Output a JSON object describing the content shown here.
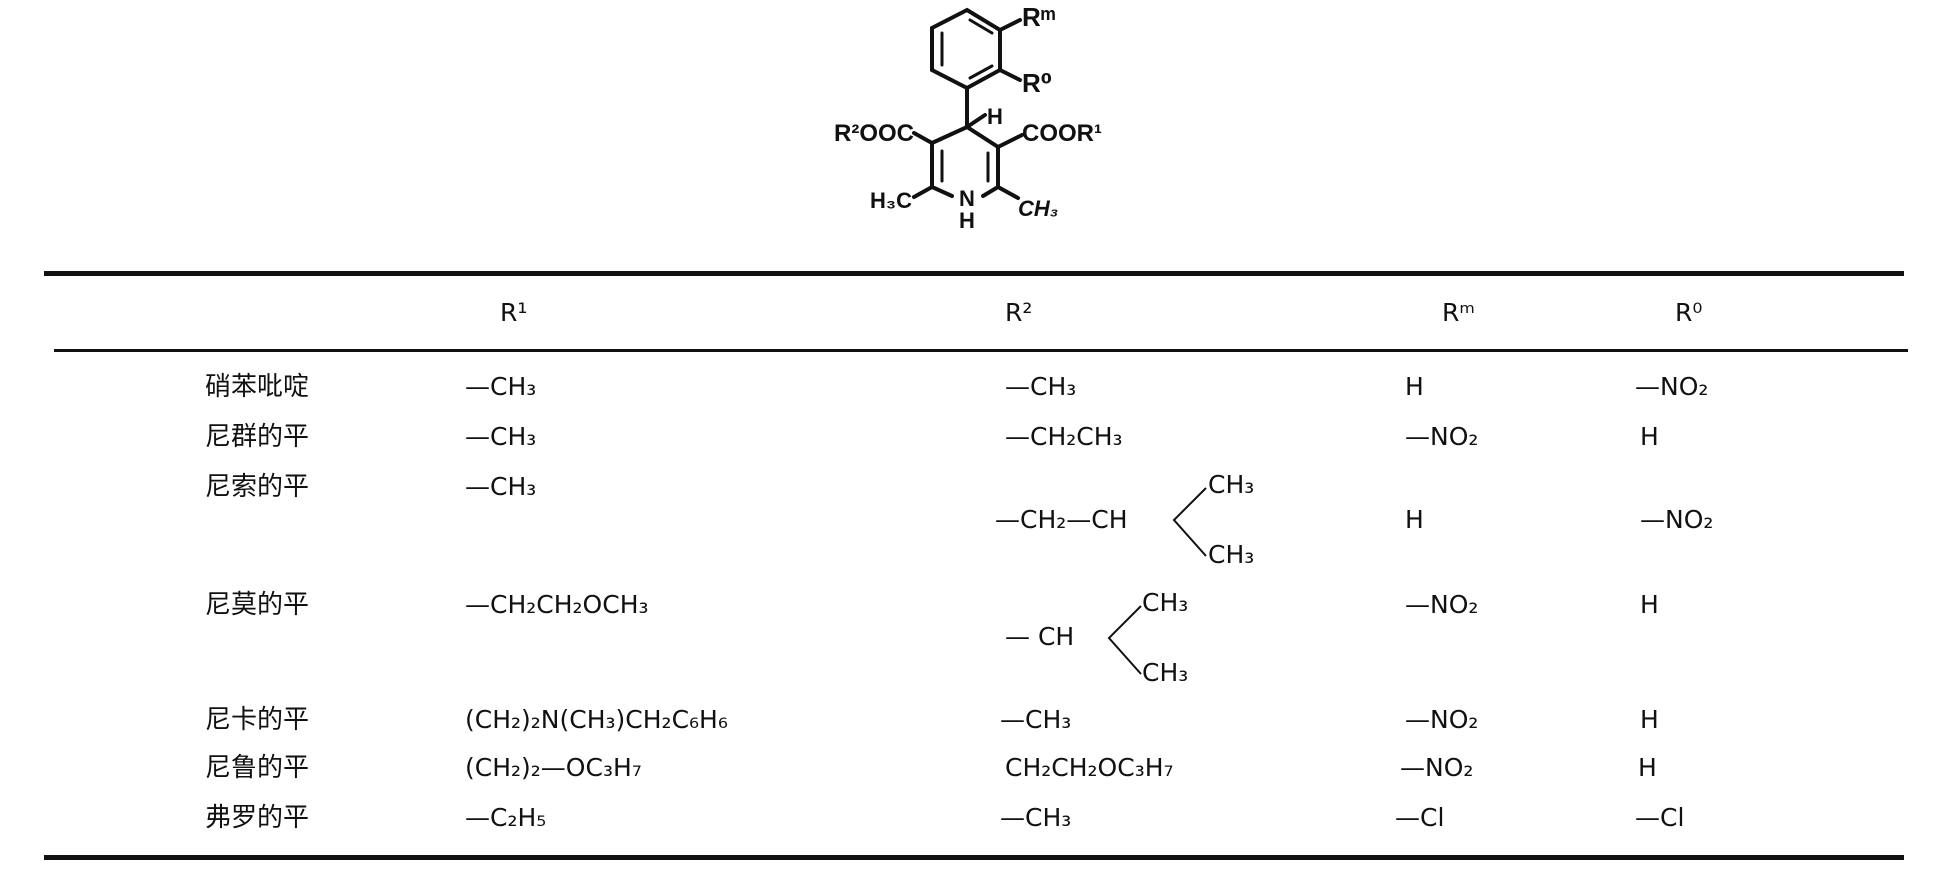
{
  "structure": {
    "label_rm": "Rᵐ",
    "label_r0": "R⁰",
    "label_h": "H",
    "label_left_ester": "R²OOC",
    "label_right_ester": "COOR¹",
    "label_left_methyl": "H₃C",
    "label_right_methyl": "CH₃",
    "label_n": "N",
    "label_nh": "H"
  },
  "table": {
    "headers": [
      "R¹",
      "R²",
      "Rᵐ",
      "R⁰"
    ],
    "rows": [
      {
        "name": "硝苯吡啶",
        "r1": "—CH₃",
        "r2": "—CH₃",
        "rm": "H",
        "r0": "—NO₂"
      },
      {
        "name": "尼群的平",
        "r1": "—CH₃",
        "r2": "—CH₂CH₃",
        "rm": "—NO₂",
        "r0": "H"
      },
      {
        "name": "尼索的平",
        "r1": "—CH₃",
        "r2": {
          "main": "—CH₂—CH",
          "top": "CH₃",
          "bottom": "CH₃"
        },
        "rm": "H",
        "r0": "—NO₂"
      },
      {
        "name": "尼莫的平",
        "r1": "—CH₂CH₂OCH₃",
        "r2": {
          "main": "— CH",
          "top": "CH₃",
          "bottom": "CH₃"
        },
        "rm": "—NO₂",
        "r0": "H"
      },
      {
        "name": "尼卡的平",
        "r1": "(CH₂)₂N(CH₃)CH₂C₆H₆",
        "r2": "—CH₃",
        "rm": "—NO₂",
        "r0": "H"
      },
      {
        "name": "尼鲁的平",
        "r1": "(CH₂)₂—OC₃H₇",
        "r2": "CH₂CH₂OC₃H₇",
        "rm": "—NO₂",
        "r0": "H"
      },
      {
        "name": "弗罗的平",
        "r1": "—C₂H₅",
        "r2": "—CH₃",
        "rm": "—Cl",
        "r0": "—Cl"
      }
    ]
  }
}
